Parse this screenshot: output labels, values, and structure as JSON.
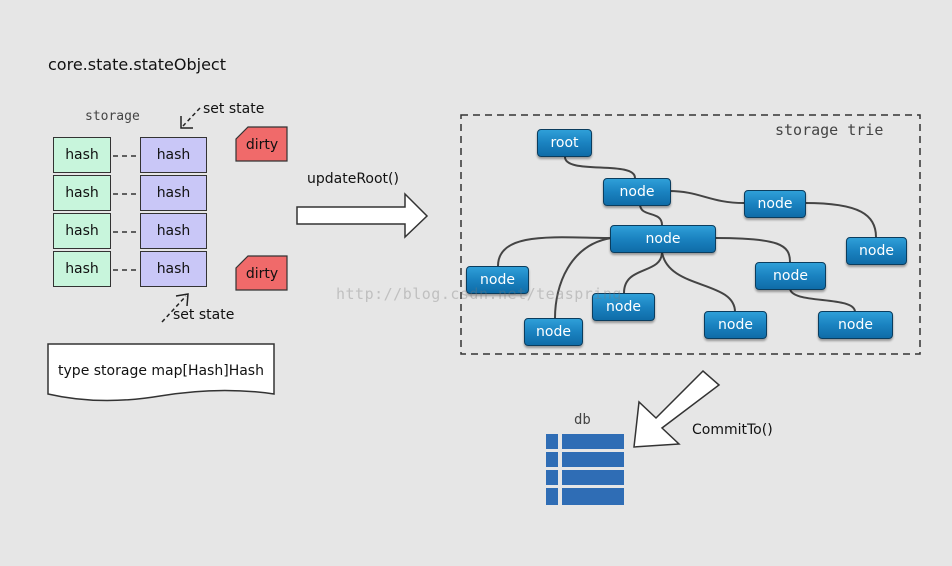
{
  "title": "core.state.stateObject",
  "storage": {
    "label": "storage",
    "left_cells": [
      "hash",
      "hash",
      "hash",
      "hash"
    ],
    "right_cells": [
      "hash",
      "hash",
      "hash",
      "hash"
    ],
    "set_state_label": "set state",
    "dirty_label": "dirty",
    "type_text": "type storage map[Hash]Hash"
  },
  "update_label": "updateRoot()",
  "trie": {
    "label": "storage trie",
    "root_label": "root",
    "node_label": "node"
  },
  "db": {
    "label": "db",
    "commit_label": "CommitTo()"
  },
  "watermark": "http://blog.csdn.net/teaspring",
  "colors": {
    "background": "#e6e6e6",
    "hash_green": "#c8f5dc",
    "hash_purple": "#c9c7f7",
    "dirty_red": "#f06a6a",
    "node_blue": "#1a82c0",
    "db_blue": "#2f6db5"
  }
}
